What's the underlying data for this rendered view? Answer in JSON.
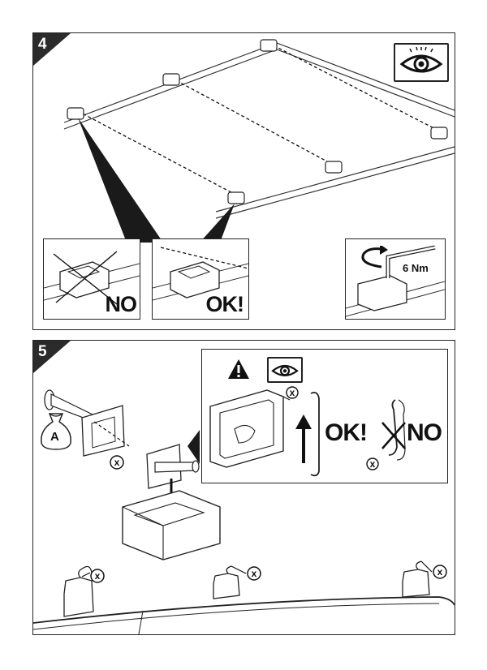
{
  "step4": {
    "number": "4",
    "torque_label": "6 Nm",
    "no_label": "NO",
    "ok_label": "OK!"
  },
  "step5": {
    "number": "5",
    "bag_label": "A",
    "marker": "x",
    "ok_label": "OK!",
    "no_label": "NO"
  },
  "icons": [
    "eye-icon",
    "warning-icon",
    "rotate-arrow-icon",
    "x-marker-icon",
    "bag-icon"
  ],
  "colors": {
    "ink": "#222222",
    "step_badge": "#2b2b2b",
    "paper": "#ffffff"
  }
}
